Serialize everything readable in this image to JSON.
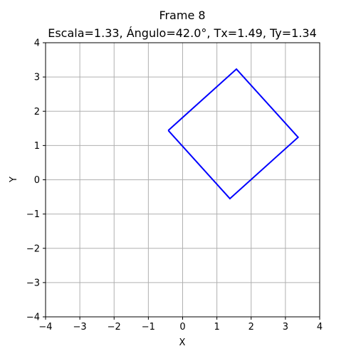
{
  "chart_data": {
    "type": "line",
    "title": "Frame 8",
    "subtitle": "Escala=1.33, Ángulo=42.0°, Tx=1.49, Ty=1.34",
    "xlabel": "X",
    "ylabel": "Y",
    "xlim": [
      -4,
      4
    ],
    "ylim": [
      -4,
      4
    ],
    "xticks": [
      -4,
      -3,
      -2,
      -1,
      0,
      1,
      2,
      3,
      4
    ],
    "yticks": [
      -4,
      -3,
      -2,
      -1,
      0,
      1,
      2,
      3,
      4
    ],
    "grid": true,
    "series": [
      {
        "color": "#0000ff",
        "closed": true,
        "x": [
          -0.42,
          1.57,
          3.37,
          1.38,
          -0.42
        ],
        "y": [
          1.44,
          3.23,
          1.24,
          -0.55,
          1.44
        ]
      }
    ]
  }
}
